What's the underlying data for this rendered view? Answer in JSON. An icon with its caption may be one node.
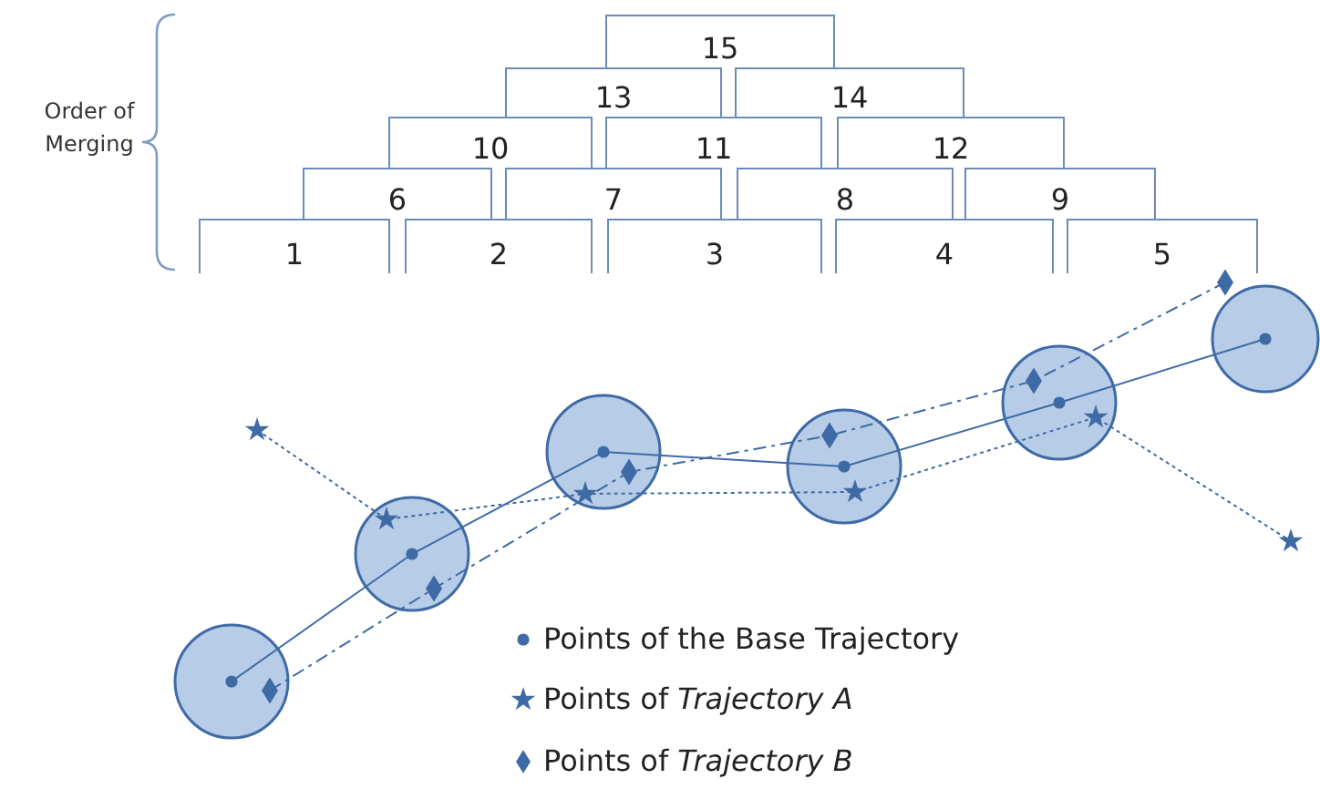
{
  "diagram": {
    "nodes": [
      {
        "text": [
          "15"
        ]
      },
      {
        "text": [
          "13"
        ]
      },
      {
        "text": [
          "14"
        ]
      },
      {
        "text": [
          "10"
        ]
      },
      {
        "text": [
          "11"
        ]
      },
      {
        "text": [
          "12"
        ]
      },
      {
        "text": [
          "6"
        ]
      },
      {
        "text": [
          "7"
        ]
      },
      {
        "text": [
          "8"
        ]
      },
      {
        "text": [
          "9"
        ]
      },
      {
        "text": [
          "1"
        ]
      },
      {
        "text": [
          "2"
        ]
      },
      {
        "text": [
          "3"
        ]
      },
      {
        "text": [
          "4"
        ]
      },
      {
        "text": [
          "5"
        ]
      }
    ],
    "labels": [
      "Order of Merging"
    ],
    "legend": [
      {
        "text": "Points of the Base Trajectory"
      },
      {
        "text": "Points of *Trajectory A*"
      },
      {
        "text": "Points of *Trajectory B*"
      }
    ]
  }
}
